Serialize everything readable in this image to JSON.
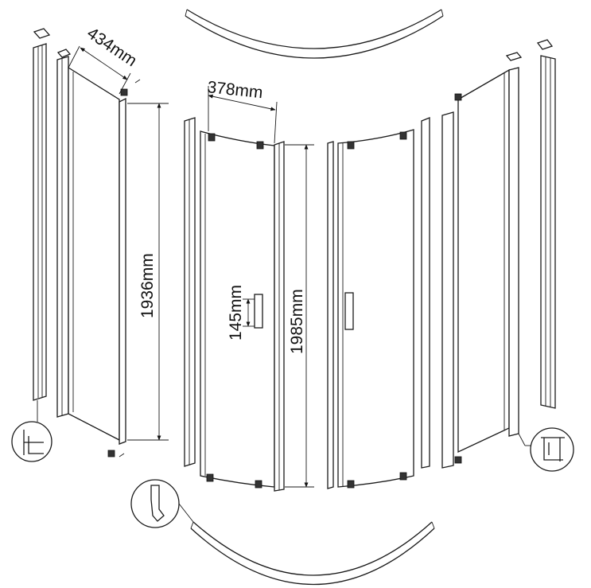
{
  "dimensions": {
    "side_panel_width": "434mm",
    "door_width": "378mm",
    "side_panel_height": "1936mm",
    "handle_height": "145mm",
    "door_height": "1985mm"
  },
  "colors": {
    "line": "#1a1a1a",
    "background": "#ffffff"
  }
}
